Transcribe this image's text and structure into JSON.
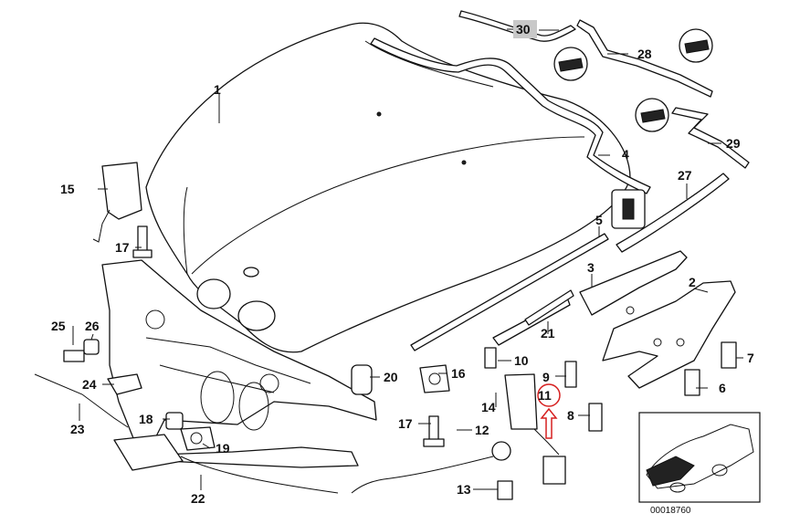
{
  "diagram_id": "00018760",
  "highlight_color": "#d62020",
  "highlight_label_bg": "#c8c8c8",
  "callouts": [
    {
      "id": "c1",
      "text": "1"
    },
    {
      "id": "c2",
      "text": "2"
    },
    {
      "id": "c3",
      "text": "3"
    },
    {
      "id": "c4",
      "text": "4"
    },
    {
      "id": "c5",
      "text": "5"
    },
    {
      "id": "c6",
      "text": "6"
    },
    {
      "id": "c7",
      "text": "7"
    },
    {
      "id": "c8",
      "text": "8"
    },
    {
      "id": "c9",
      "text": "9"
    },
    {
      "id": "c10",
      "text": "10"
    },
    {
      "id": "c11",
      "text": "11"
    },
    {
      "id": "c12",
      "text": "12"
    },
    {
      "id": "c13",
      "text": "13"
    },
    {
      "id": "c14",
      "text": "14"
    },
    {
      "id": "c15",
      "text": "15"
    },
    {
      "id": "c16",
      "text": "16"
    },
    {
      "id": "c17a",
      "text": "17"
    },
    {
      "id": "c17b",
      "text": "17"
    },
    {
      "id": "c18",
      "text": "18"
    },
    {
      "id": "c19",
      "text": "19"
    },
    {
      "id": "c20",
      "text": "20"
    },
    {
      "id": "c21",
      "text": "21"
    },
    {
      "id": "c22",
      "text": "22"
    },
    {
      "id": "c23",
      "text": "23"
    },
    {
      "id": "c24",
      "text": "24"
    },
    {
      "id": "c25",
      "text": "25"
    },
    {
      "id": "c26",
      "text": "26"
    },
    {
      "id": "c27",
      "text": "27"
    },
    {
      "id": "c28",
      "text": "28"
    },
    {
      "id": "c29",
      "text": "29"
    },
    {
      "id": "c30",
      "text": "30"
    }
  ]
}
